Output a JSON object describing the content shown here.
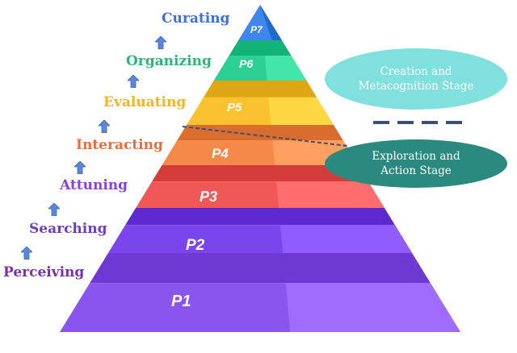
{
  "levels": [
    {
      "id": "P1",
      "label": "P1",
      "stage": "Perceiving",
      "color": "#8a55ee"
    },
    {
      "id": "P2",
      "label": "P2",
      "stage": "Searching",
      "color": "#7a45ec"
    },
    {
      "id": "P3",
      "label": "P3",
      "stage": "Attuning",
      "color": "#f05858"
    },
    {
      "id": "P4",
      "label": "P4",
      "stage": "Interacting",
      "color": "#f5894a"
    },
    {
      "id": "P5",
      "label": "P5",
      "stage": "Evaluating",
      "color": "#f9c22e"
    },
    {
      "id": "P6",
      "label": "P6",
      "stage": "Organizing",
      "color": "#2ecf93"
    },
    {
      "id": "P7",
      "label": "P7",
      "stage": "Curating",
      "color": "#3d87ee"
    }
  ],
  "stage_label_colors": {
    "Perceiving": "#7b2fb0",
    "Searching": "#6b3fc0",
    "Attuning": "#8a3ee6",
    "Interacting": "#ef6b3a",
    "Evaluating": "#f2b520",
    "Organizing": "#22bb7a",
    "Curating": "#3d6ee6"
  },
  "arrow_color": "#5b86d8",
  "phases": {
    "upper": {
      "text": "Creation and Metacognition Stage",
      "color": "#7fe0dd"
    },
    "lower": {
      "text": "Exploration and Action Stage",
      "color": "#2a8a80"
    }
  },
  "divider_color": "#3a4f7a"
}
